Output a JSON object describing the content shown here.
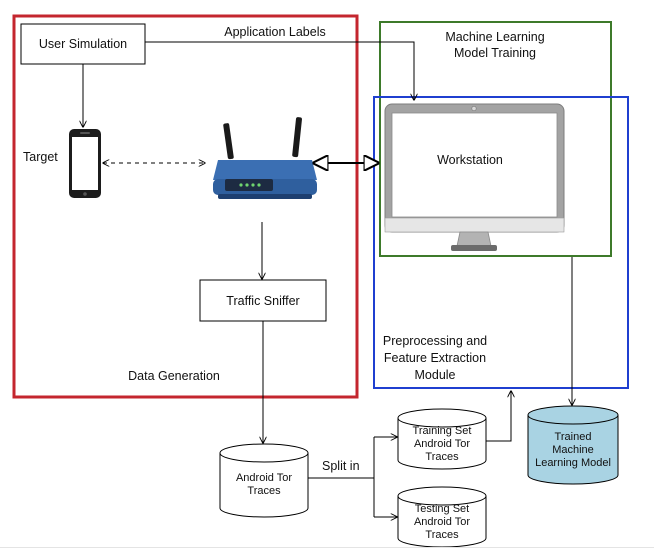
{
  "labels": {
    "user_simulation": "User Simulation",
    "application_labels": "Application Labels",
    "target": "Target",
    "traffic_sniffer": "Traffic Sniffer",
    "data_generation": "Data Generation",
    "ml_training_line1": "Machine Learning",
    "ml_training_line2": "Model Training",
    "workstation": "Workstation",
    "preprocessing_line1": "Preprocessing and",
    "preprocessing_line2": "Feature Extraction",
    "preprocessing_line3": "Module",
    "android_tor_line1": "Android Tor",
    "android_tor_line2": "Traces",
    "split_in": "Split in",
    "training_line1": "Training Set",
    "training_line2": "Android Tor",
    "training_line3": "Traces",
    "testing_line1": "Testing Set",
    "testing_line2": "Android Tor",
    "testing_line3": "Traces",
    "trained_line1": "Trained",
    "trained_line2": "Machine",
    "trained_line3": "Learning Model"
  },
  "colors": {
    "data_generation_box": "#c4262e",
    "ml_training_box": "#3d7a2a",
    "preprocessing_box": "#1f3fd0",
    "trained_model_fill": "#a9d3e3",
    "router_body": "#2f5f9e",
    "monitor_frame": "#9a9a9a"
  },
  "icons": {
    "phone": "smartphone-icon",
    "router": "wireless-router-icon",
    "monitor": "desktop-monitor-icon"
  }
}
